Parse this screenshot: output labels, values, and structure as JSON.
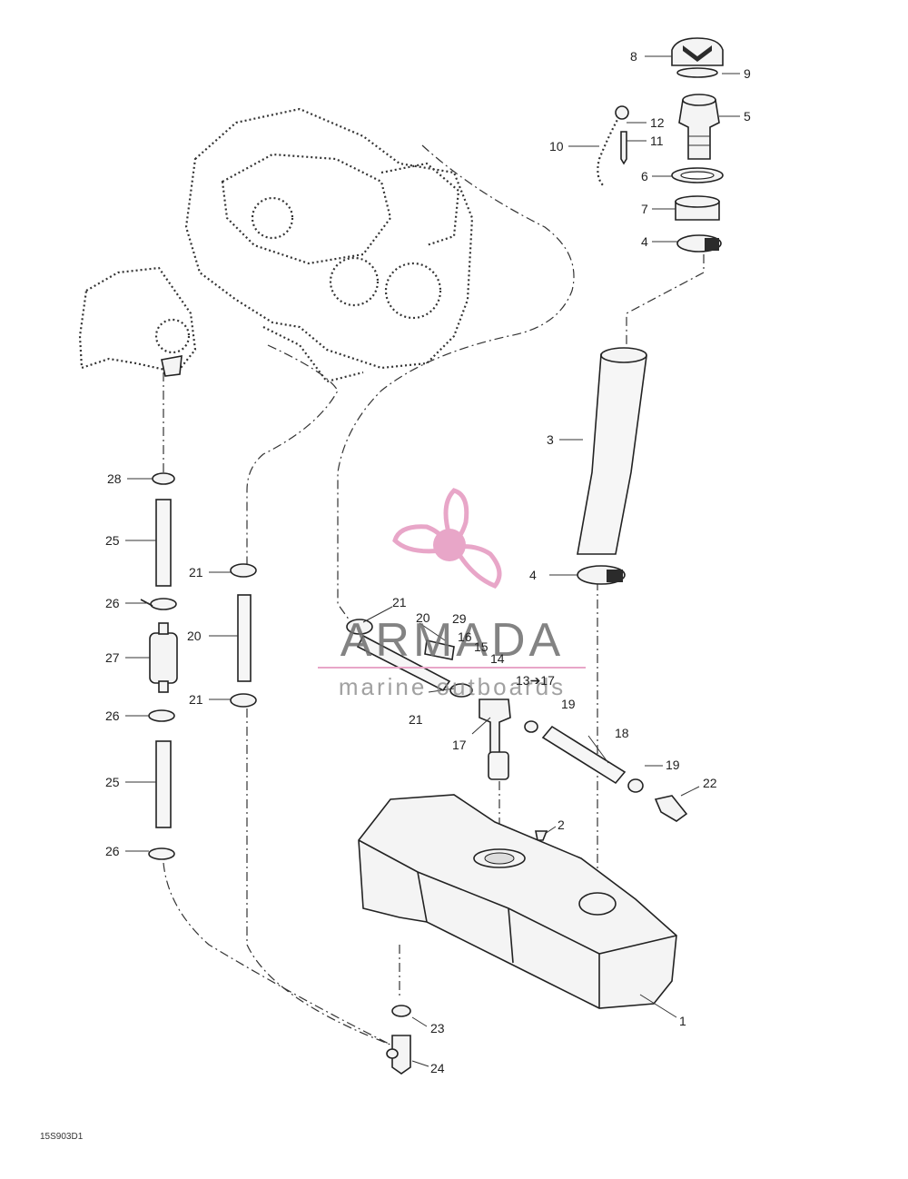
{
  "callouts": {
    "c8": "8",
    "c9": "9",
    "c5": "5",
    "c12": "12",
    "c11": "11",
    "c10": "10",
    "c6": "6",
    "c7": "7",
    "c4a": "4",
    "c3": "3",
    "c4b": "4",
    "c28": "28",
    "c25a": "25",
    "c26a": "26",
    "c27": "27",
    "c26b": "26",
    "c25b": "25",
    "c26c": "26",
    "c21a": "21",
    "c20a": "20",
    "c21b": "21",
    "c21c": "21",
    "c20b": "20",
    "c29": "29",
    "c16": "16",
    "c15": "15",
    "c14": "14",
    "c13_17": "13➔17",
    "c19a": "19",
    "c21d": "21",
    "c17": "17",
    "c18": "18",
    "c19b": "19",
    "c22": "22",
    "c2": "2",
    "c1": "1",
    "c23": "23",
    "c24": "24"
  },
  "watermark": {
    "brand": "ARMADA",
    "tagline": "marine outboards",
    "brand_color": "#e8a6c8"
  },
  "drawing_ref": "15S903D1"
}
